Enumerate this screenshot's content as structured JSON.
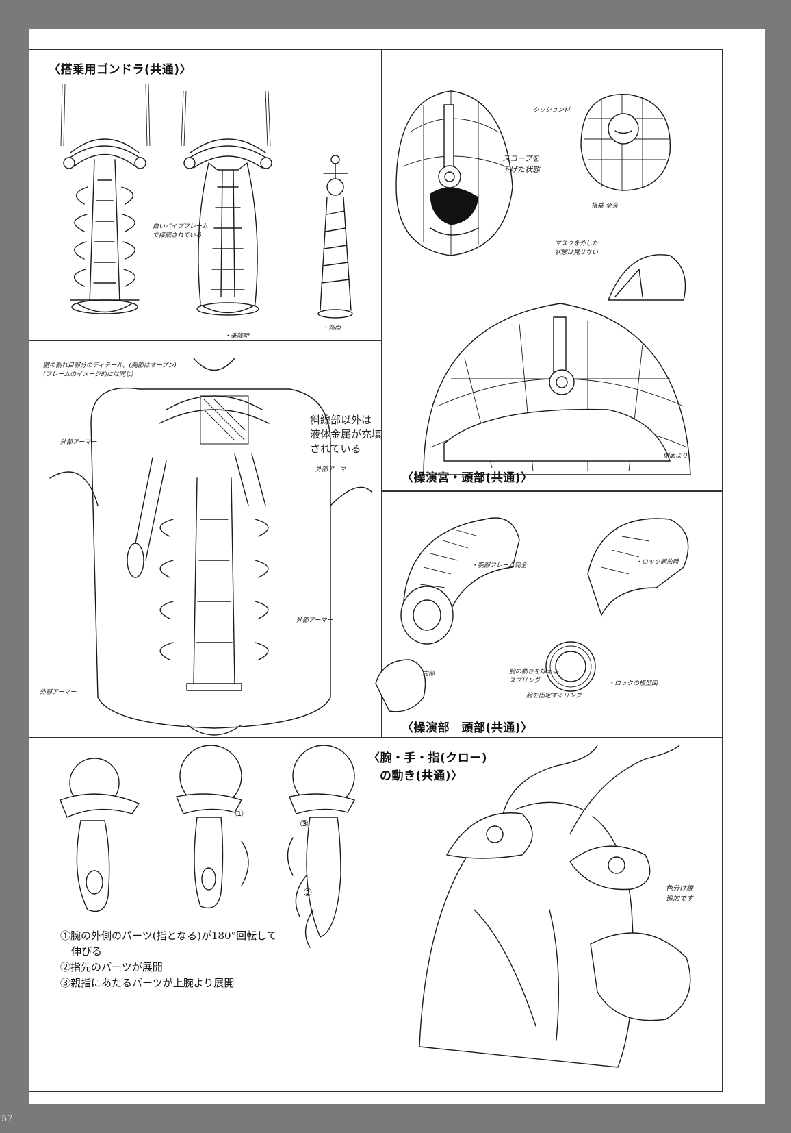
{
  "page_number": "57",
  "panels": {
    "gondola": {
      "title": "〈搭乗用ゴンドラ(共通)〉",
      "notes": {
        "frame": "白いパイプフレーム\nで接続されている",
        "boarding": "・乗降時",
        "side": "・側面"
      }
    },
    "cockpit_head": {
      "title": "〈操演宮・頭部(共通)〉",
      "notes": {
        "cushion": "クッション材",
        "scope": "スコープを\n下げた状態",
        "full": "搭乗 全身",
        "mask": "マスクを外した\n状態は見せない",
        "side": "側面より"
      }
    },
    "chest": {
      "notes": {
        "top": "胴の割れ目部分のディテール。(胸部はオープン)\n(フレームのイメージ的には同じ)",
        "hatch": "斜線部以外は\n液体金属が充填\nされている",
        "outer_armor_left": "外部アーマー",
        "outer_armor_right": "外部アーマー",
        "outer_armor_right_low": "外部アーマー",
        "outer_armor_left_low": "外部アーマー"
      }
    },
    "control_head": {
      "title": "〈操演部　頭部(共通)〉",
      "notes": {
        "arm_closed": "・腕部フレーム完全",
        "lock_open": "・ロック開放時",
        "inside": "内部",
        "spring": "腕の動きを抑える\nスプリング",
        "lock_diagram": "・ロックの模型図",
        "arm_fixed": "腕を固定するリング"
      }
    },
    "claw": {
      "title_line1": "〈腕・手・指(クロー)",
      "title_line2": "の動き(共通)〉",
      "step_markers": [
        "①",
        "③",
        "②"
      ],
      "notes": {
        "fit": "色分け線\n追加です"
      },
      "captions": [
        "①腕の外側のパーツ(指となる)が180°回転して",
        "伸びる",
        "②指先のパーツが展開",
        "③親指にあたるパーツが上腕より展開"
      ]
    }
  }
}
